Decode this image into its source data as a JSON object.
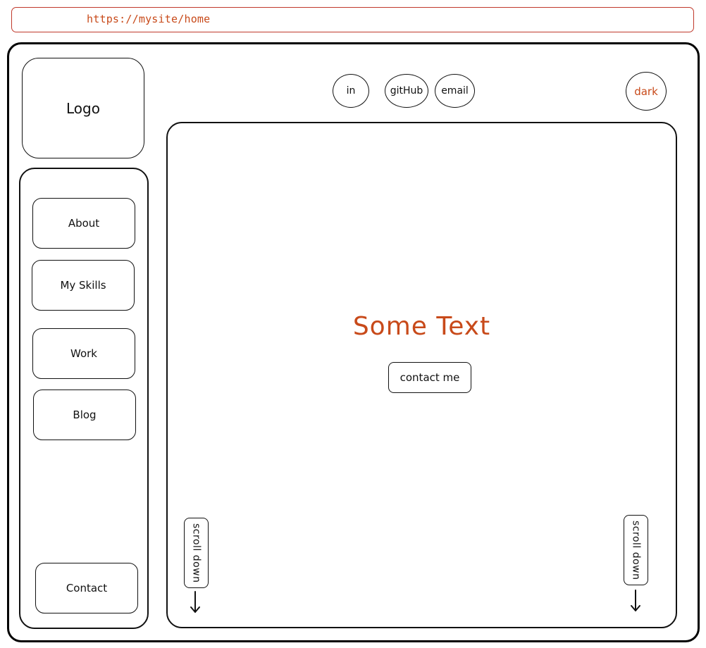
{
  "url_bar": {
    "url": "https://mysite/home"
  },
  "logo": {
    "label": "Logo"
  },
  "sidebar": {
    "items": [
      {
        "label": "About"
      },
      {
        "label": "My Skills"
      },
      {
        "label": "Work"
      },
      {
        "label": "Blog"
      }
    ],
    "contact_label": "Contact"
  },
  "header": {
    "links": [
      {
        "label": "in"
      },
      {
        "label": "gitHub"
      },
      {
        "label": "email"
      }
    ],
    "theme_toggle": "dark"
  },
  "main": {
    "hero_text": "Some Text",
    "cta_label": "contact me",
    "scroll_left": "scroll down",
    "scroll_right": "scroll down"
  },
  "colors": {
    "accent": "#c84a1a",
    "url_border": "#c0392b",
    "ink": "#111111"
  }
}
